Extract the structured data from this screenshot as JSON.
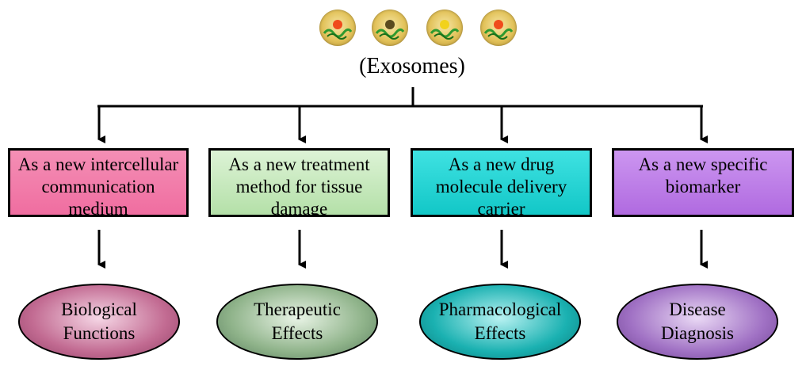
{
  "title": "(Exosomes)",
  "exosome_icons": [
    "exosome-icon",
    "exosome-icon",
    "exosome-icon",
    "exosome-icon"
  ],
  "boxes": [
    {
      "label": "As a new intercellular\ncommunication\nmedium",
      "color": "#f06da0"
    },
    {
      "label": "As a new treatment\nmethod for tissue\ndamage",
      "color": "#b4e0a8"
    },
    {
      "label": "As a new drug\nmolecule delivery\ncarrier",
      "color": "#12c7c7"
    },
    {
      "label": "As a new specific\nbiomarker",
      "color": "#b06ae0"
    }
  ],
  "outcomes": [
    {
      "label": "Biological\nFunctions",
      "color": "#c26b92"
    },
    {
      "label": "Therapeutic\nEffects",
      "color": "#8fb38a"
    },
    {
      "label": "Pharmacological\nEffects",
      "color": "#1ab1b1"
    },
    {
      "label": "Disease\nDiagnosis",
      "color": "#a071c4"
    }
  ]
}
